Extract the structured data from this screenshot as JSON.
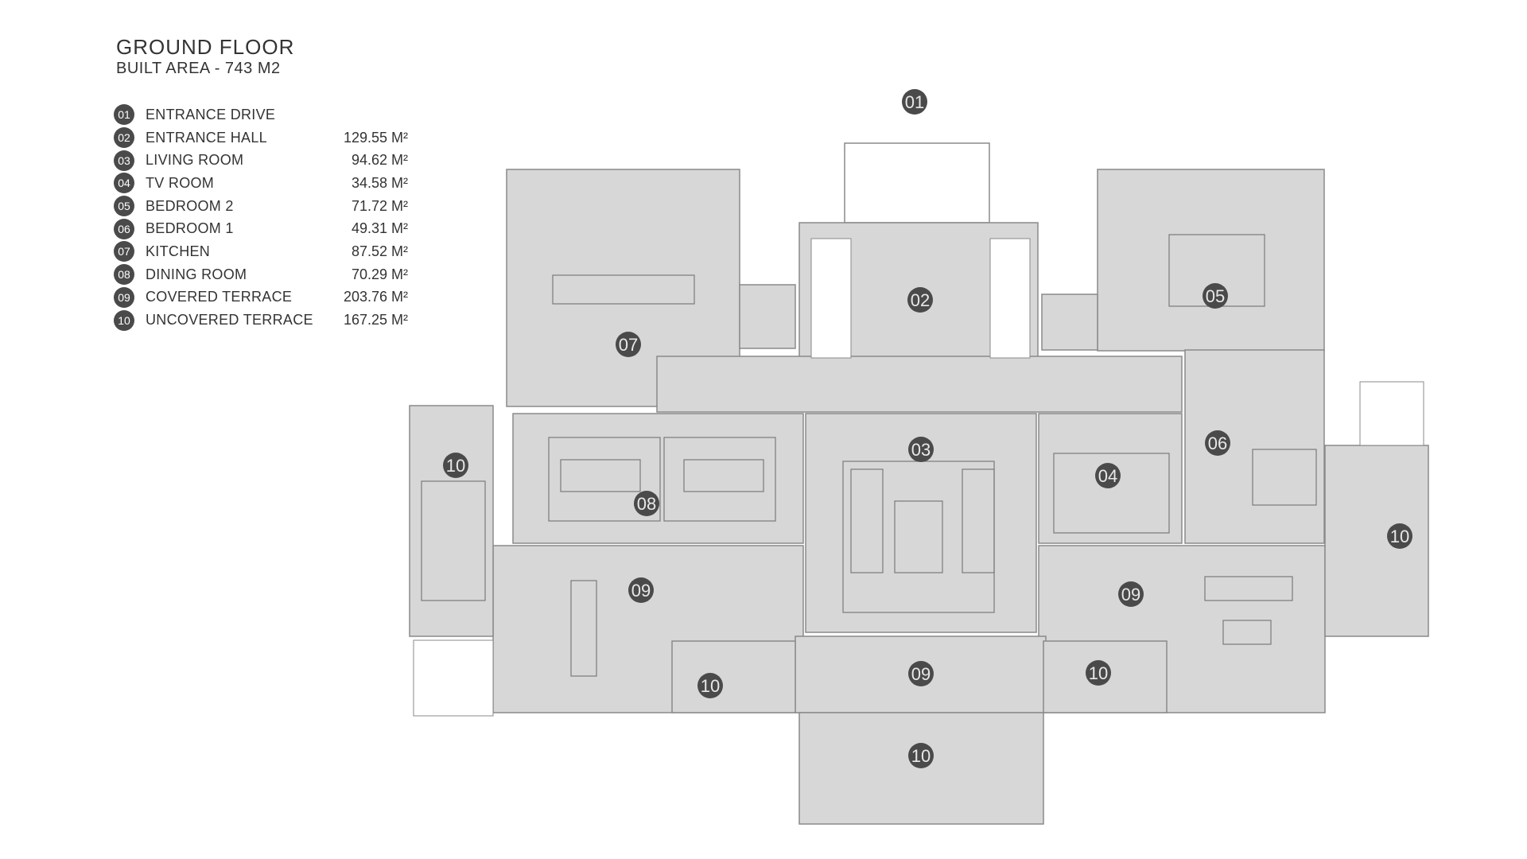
{
  "header": {
    "title": "GROUND FLOOR",
    "subtitle": "BUILT AREA - 743 M2"
  },
  "legend": [
    {
      "num": "01",
      "name": "ENTRANCE DRIVE",
      "area": ""
    },
    {
      "num": "02",
      "name": "ENTRANCE HALL",
      "area": "129.55 M²"
    },
    {
      "num": "03",
      "name": "LIVING ROOM",
      "area": "94.62 M²"
    },
    {
      "num": "04",
      "name": "TV ROOM",
      "area": "34.58 M²"
    },
    {
      "num": "05",
      "name": "BEDROOM 2",
      "area": "71.72 M²"
    },
    {
      "num": "06",
      "name": "BEDROOM 1",
      "area": "49.31 M²"
    },
    {
      "num": "07",
      "name": "KITCHEN",
      "area": "87.52 M²"
    },
    {
      "num": "08",
      "name": "DINING ROOM",
      "area": "70.29 M²"
    },
    {
      "num": "09",
      "name": "COVERED TERRACE",
      "area": "203.76 M²"
    },
    {
      "num": "10",
      "name": "UNCOVERED TERRACE",
      "area": "167.25 M²"
    }
  ],
  "markers": [
    {
      "label": "01"
    },
    {
      "label": "02"
    },
    {
      "label": "03"
    },
    {
      "label": "04"
    },
    {
      "label": "05"
    },
    {
      "label": "06"
    },
    {
      "label": "07"
    },
    {
      "label": "08"
    },
    {
      "label": "09"
    },
    {
      "label": "09"
    },
    {
      "label": "09"
    },
    {
      "label": "10"
    },
    {
      "label": "10"
    },
    {
      "label": "10"
    },
    {
      "label": "10"
    },
    {
      "label": "10"
    }
  ],
  "colors": {
    "room_fill": "#d7d7d7",
    "wall": "#8a8a8a",
    "marker": "#4a4a4a",
    "marker_text": "#e8e8e8"
  }
}
